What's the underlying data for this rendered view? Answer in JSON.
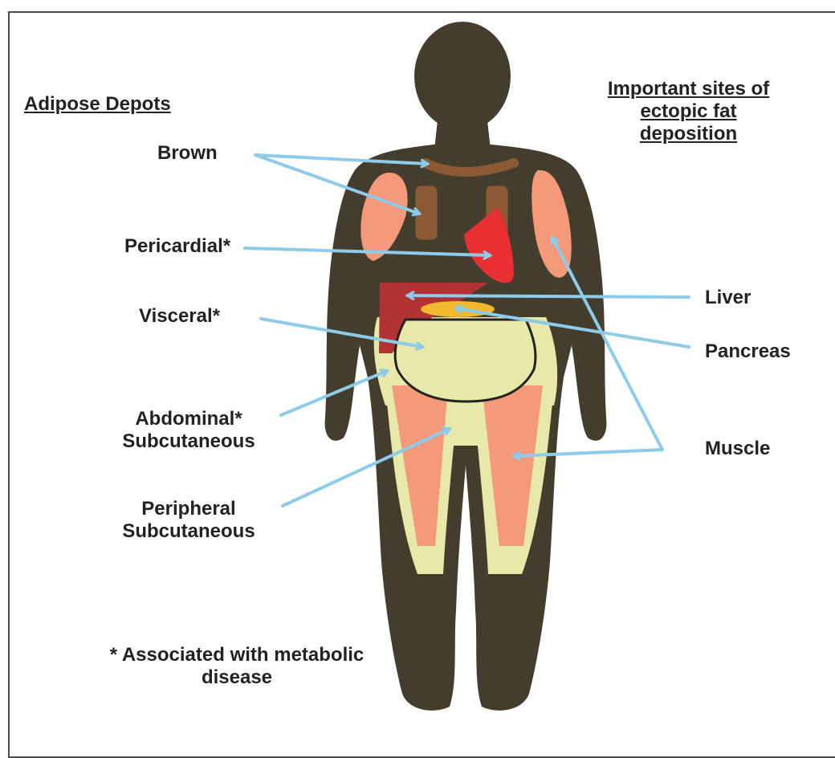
{
  "headings": {
    "left": "Adipose Depots",
    "right": [
      "Important sites of",
      "ectopic fat",
      "deposition"
    ]
  },
  "labels": {
    "brown": "Brown",
    "pericardial": "Pericardial*",
    "visceral": "Visceral*",
    "abdominal": [
      "Abdominal*",
      "Subcutaneous"
    ],
    "peripheral": [
      "Peripheral",
      "Subcutaneous"
    ],
    "liver": "Liver",
    "pancreas": "Pancreas",
    "muscle": "Muscle"
  },
  "footnote": [
    "* Associated with metabolic",
    "disease"
  ],
  "colors": {
    "body": "#433d2d",
    "subcutaneous_fat": "#e6e9a8",
    "muscle": "#f4997a",
    "brown_fat": "#8b5a35",
    "heart_fat": "#e92f32",
    "liver": "#b23234",
    "pancreas": "#f2b92f",
    "arrow": "#8ecbea",
    "border": "#4a4a4a"
  }
}
